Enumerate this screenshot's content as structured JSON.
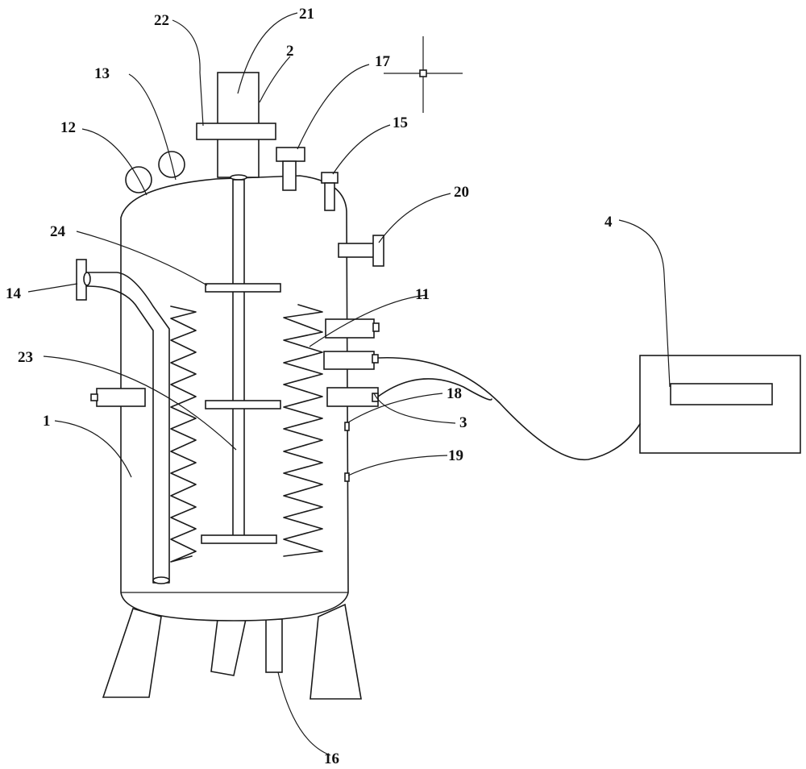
{
  "labels": {
    "l1": "1",
    "l2": "2",
    "l3": "3",
    "l4": "4",
    "l11": "11",
    "l12": "12",
    "l13": "13",
    "l14": "14",
    "l15": "15",
    "l16": "16",
    "l17": "17",
    "l18": "18",
    "l19": "19",
    "l20": "20",
    "l21": "21",
    "l22": "22",
    "l23": "23",
    "l24": "24"
  },
  "colors": {
    "stroke": "#1a1a1a",
    "background": "#ffffff"
  }
}
